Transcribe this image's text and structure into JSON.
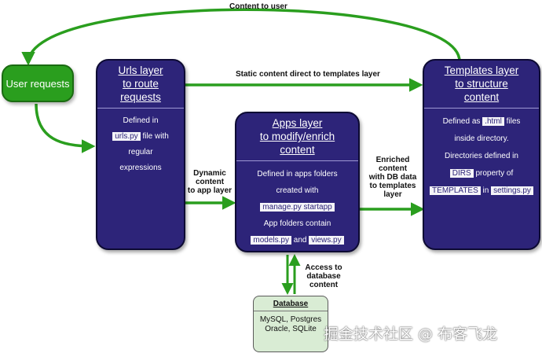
{
  "colors": {
    "box_fill": "#2d2479",
    "user_fill": "#2a9e1e",
    "arrow": "#2a9e1e",
    "database_fill": "#d9ecd4"
  },
  "edges": {
    "content_to_user": "Content to user",
    "static_content": "Static content direct to templates layer",
    "dynamic_content": [
      "Dynamic",
      "content",
      "to app layer"
    ],
    "enriched_content": [
      "Enriched",
      "content",
      "with DB data",
      "to templates",
      "layer"
    ],
    "access_database": [
      "Access to",
      "database",
      "content"
    ]
  },
  "user_requests": {
    "label": "User requests"
  },
  "urls_layer": {
    "title": [
      "Urls layer",
      "to route",
      "requests"
    ],
    "line1": "Defined in",
    "code1": "urls.py",
    "line2_suffix": "file with",
    "line3": "regular",
    "line4": "expressions"
  },
  "apps_layer": {
    "title": [
      "Apps layer",
      "to modify/enrich",
      "content"
    ],
    "line1": "Defined in apps folders",
    "line2": "created with",
    "code1": "manage.py startapp",
    "line3": "App folders contain",
    "code2": "models.py",
    "and": "and",
    "code3": "views.py"
  },
  "templates_layer": {
    "title": [
      "Templates layer",
      "to structure",
      "content"
    ],
    "line1_prefix": "Defined as",
    "code1": ".html",
    "line1_suffix": "files",
    "line2": "inside directory.",
    "line3": "Directories  defined in",
    "code2": "DIRS",
    "line4_suffix": "property of",
    "code3": "TEMPLATES",
    "in": "in",
    "code4": "settings.py"
  },
  "database": {
    "title": "Database",
    "line1": "MySQL, Postgres",
    "line2": "Oracle, SQLite"
  },
  "watermark": "掘金技术社区 @ 布客飞龙"
}
